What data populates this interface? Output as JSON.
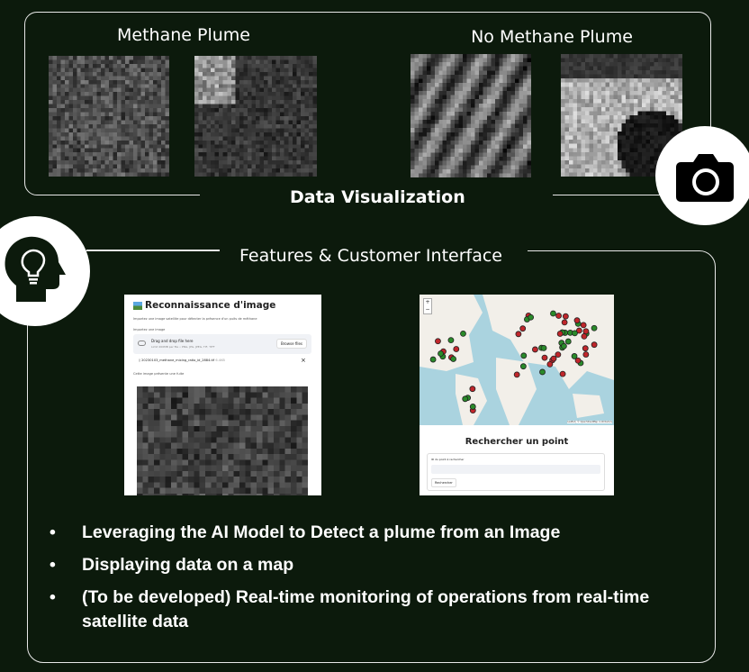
{
  "data_viz": {
    "title": "Data Visualization",
    "methane_label": "Methane Plume",
    "no_methane_label": "No Methane Plume"
  },
  "features": {
    "title": "Features & Customer Interface",
    "app1": {
      "title": "Reconnaissance d'image",
      "subtitle": "Importez une image satellite pour détecter la présence d'un puits de méthane",
      "upload_label": "Importez une image",
      "drop_text": "Drag and drop file here",
      "limit_text": "Limit 200MB per file • PNG, JPG, JPEG, TIF, TIFF",
      "browse": "Browse files",
      "filename": "20230103_methane_mixing_ratio_id_2884.tif",
      "filesize": "6.4KB",
      "close": "×",
      "result": "Cette image présente une fuite"
    },
    "app2": {
      "title": "Rechercher un point",
      "field_label": "ID du point à rechercher",
      "button": "Rechercher",
      "zoom_in": "+",
      "zoom_out": "−",
      "attribution": "Leaflet | © OpenStreetMap contributors"
    }
  },
  "bullets": [
    "Leveraging the AI Model to Detect a plume from an Image",
    "Displaying data on a map",
    "(To be developed) Real-time monitoring of operations from real-time satellite data"
  ]
}
